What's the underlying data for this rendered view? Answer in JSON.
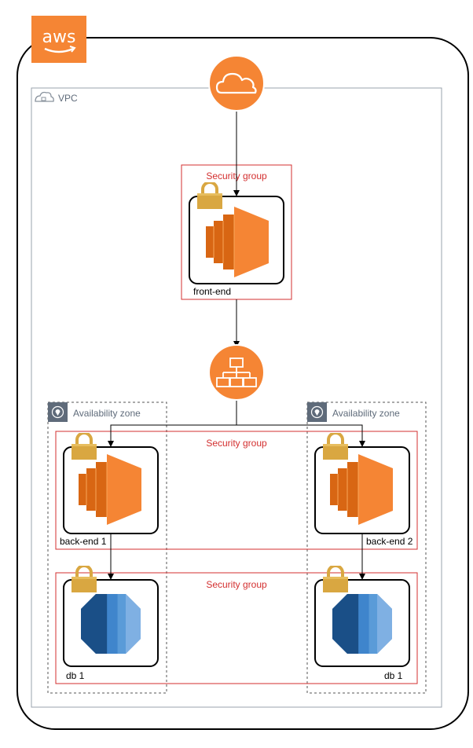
{
  "logo": {
    "text": "aws"
  },
  "vpc": {
    "label": "VPC"
  },
  "security_groups": {
    "front": "Security group",
    "backend": "Security group",
    "db": "Security group"
  },
  "availability_zones": {
    "left": "Availability zone",
    "right": "Availability zone"
  },
  "nodes": {
    "frontend": "front-end",
    "backend1": "back-end 1",
    "backend2": "back-end 2",
    "db_left": "db 1",
    "db_right": "db 1"
  },
  "icons": {
    "internet": "cloud-icon",
    "load_balancer": "hierarchy-icon",
    "compute": "ec2-instance-icon",
    "database": "rds-database-icon",
    "lock": "padlock-icon"
  },
  "colors": {
    "aws_orange": "#f58534",
    "security_group_red": "#d32f2f",
    "ec2_orange": "#f58534",
    "rds_blue": "#2e73b8",
    "lock_gold": "#d9a741",
    "vpc_grey": "#8a939e"
  }
}
